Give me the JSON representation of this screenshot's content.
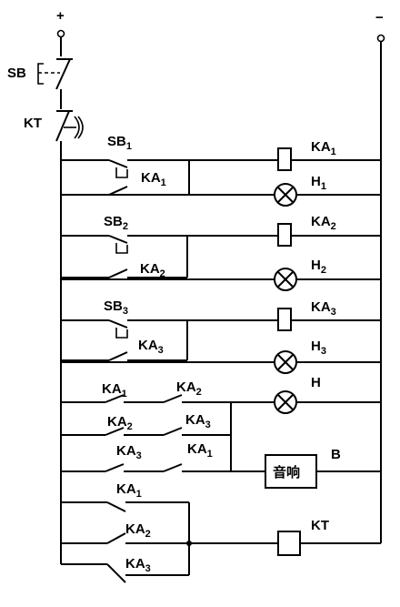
{
  "terminals": {
    "positive": "+",
    "negative": "−"
  },
  "components": {
    "sb": "SB",
    "kt_contact": "KT",
    "sb1": {
      "base": "SB",
      "sub": "1"
    },
    "sb2": {
      "base": "SB",
      "sub": "2"
    },
    "sb3": {
      "base": "SB",
      "sub": "3"
    },
    "ka1_hold": {
      "base": "KA",
      "sub": "1"
    },
    "ka2_hold": {
      "base": "KA",
      "sub": "2"
    },
    "ka3_hold": {
      "base": "KA",
      "sub": "3"
    },
    "ka1_coil": {
      "base": "KA",
      "sub": "1"
    },
    "ka2_coil": {
      "base": "KA",
      "sub": "2"
    },
    "ka3_coil": {
      "base": "KA",
      "sub": "3"
    },
    "h1": {
      "base": "H",
      "sub": "1"
    },
    "h2": {
      "base": "H",
      "sub": "2"
    },
    "h3": {
      "base": "H",
      "sub": "3"
    },
    "h": "H",
    "g1_ka1": {
      "base": "KA",
      "sub": "1"
    },
    "g1_ka2": {
      "base": "KA",
      "sub": "2"
    },
    "g1_ka2b": {
      "base": "KA",
      "sub": "2"
    },
    "g1_ka3": {
      "base": "KA",
      "sub": "3"
    },
    "g2_ka3": {
      "base": "KA",
      "sub": "3"
    },
    "g2_ka1": {
      "base": "KA",
      "sub": "1"
    },
    "g3_ka1": {
      "base": "KA",
      "sub": "1"
    },
    "g3_ka2": {
      "base": "KA",
      "sub": "2"
    },
    "g3_ka3": {
      "base": "KA",
      "sub": "3"
    },
    "buzzer_text": "音响",
    "buzzer_label": "B",
    "kt_coil": "KT"
  }
}
